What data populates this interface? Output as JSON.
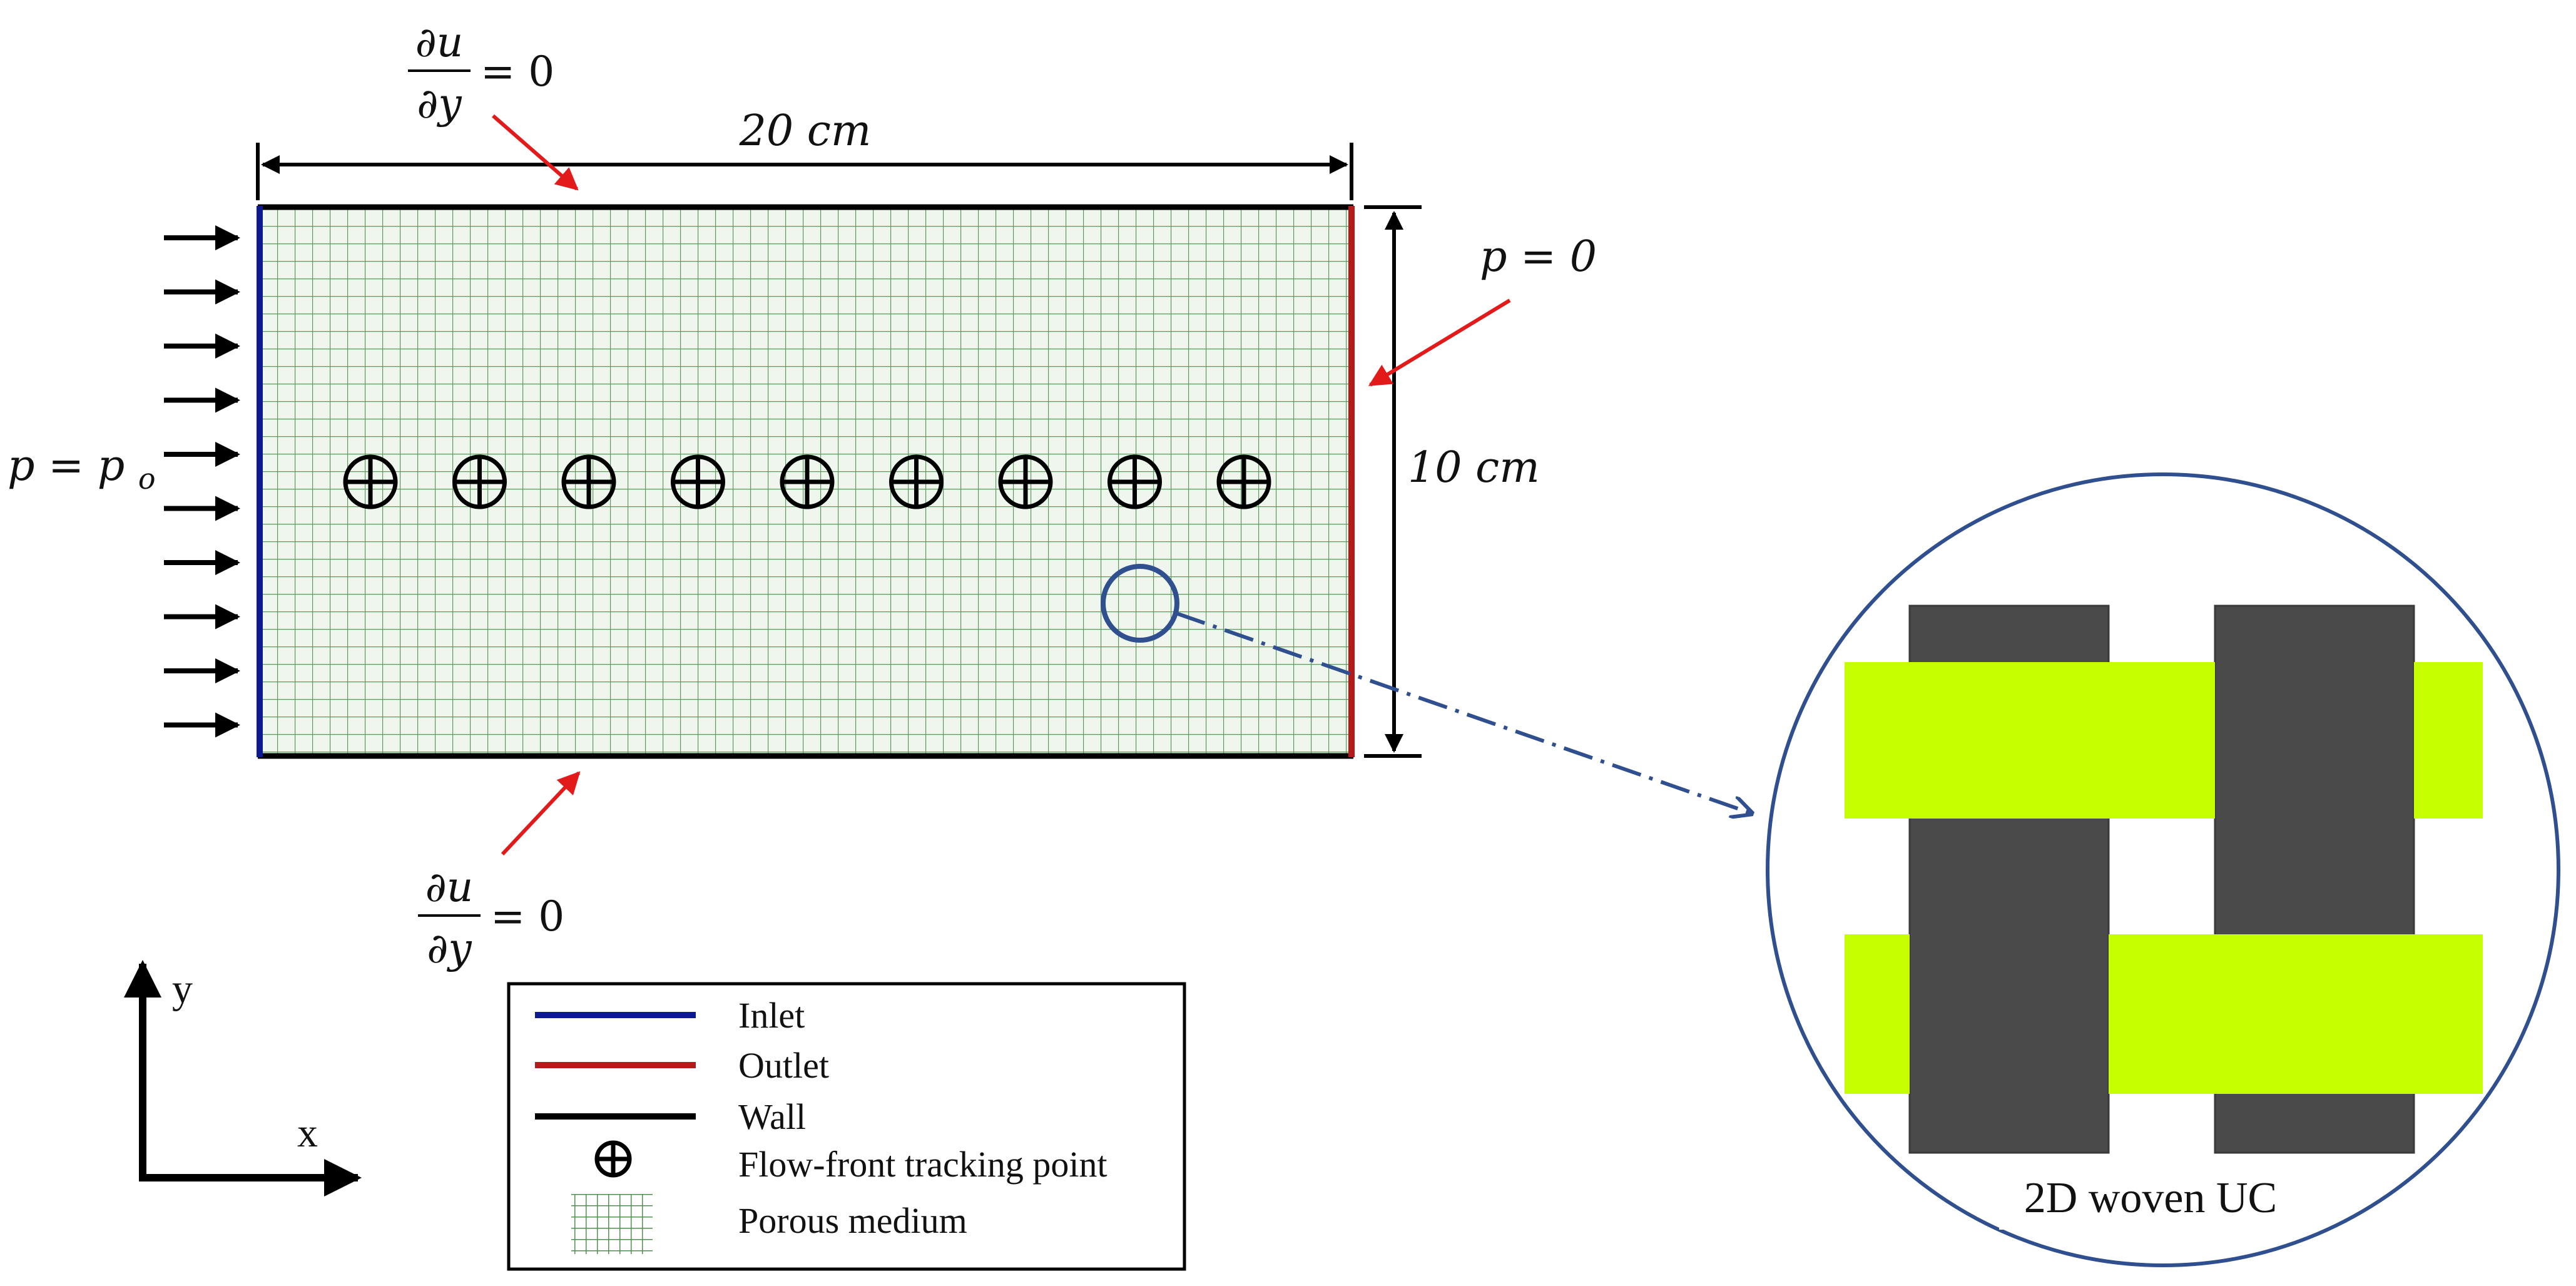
{
  "labels": {
    "top_condition": {
      "numerator": "∂u",
      "denominator": "∂y",
      "rhs": "= 0"
    },
    "bottom_condition": {
      "numerator": "∂u",
      "denominator": "∂y",
      "rhs": "= 0"
    },
    "width_dimension": "20 cm",
    "height_dimension": "10 cm",
    "outlet_condition": "p = 0",
    "inlet_condition": "p = p",
    "inlet_condition_subscript": "o",
    "axis_y": "y",
    "axis_x": "x",
    "inset_caption": "2D woven UC"
  },
  "tracking_point_count": 9,
  "legend": {
    "items": [
      {
        "label": "Inlet",
        "kind": "line",
        "color": "#0d1a8f"
      },
      {
        "label": "Outlet",
        "kind": "line",
        "color": "#b31b1b"
      },
      {
        "label": "Wall",
        "kind": "line",
        "color": "#000000"
      },
      {
        "label": "Flow-front tracking point",
        "kind": "tracking-symbol",
        "color": "#000000"
      },
      {
        "label": "Porous medium",
        "kind": "grid-swatch",
        "color": "#4f8f4f"
      }
    ]
  },
  "colors": {
    "inlet": "#0d1a8f",
    "outlet": "#b31b1b",
    "wall": "#000000",
    "mesh": "#5a9a5a",
    "mesh_fill": "#eef6ee",
    "callout_arrow": "#e31a1a",
    "zoom": "#2f4f8f",
    "weft_yarn": "#c6ff00",
    "warp_yarn": "#4a4a4a"
  }
}
